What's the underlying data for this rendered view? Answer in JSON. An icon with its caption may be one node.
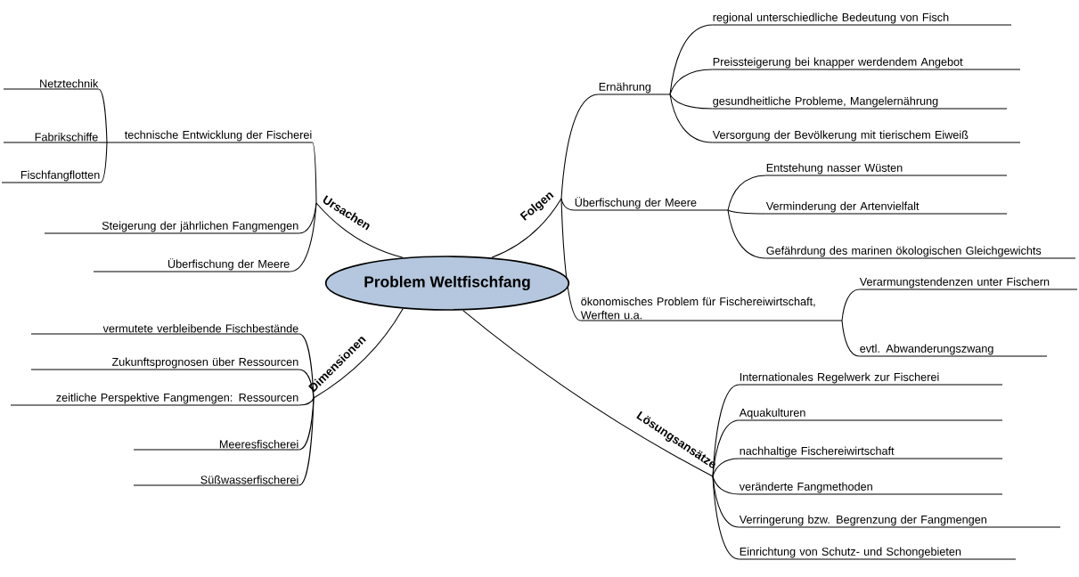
{
  "diagram": {
    "nodes": [
      {
        "text": [
          "Problem Weltfischfang"
        ]
      },
      {
        "text": [
          "Ursachen"
        ]
      },
      {
        "text": [
          "technische Entwicklung der Fischerei"
        ]
      },
      {
        "text": [
          "Netztechnik"
        ]
      },
      {
        "text": [
          "Fabrikschiffe"
        ]
      },
      {
        "text": [
          "Fischfangflotten"
        ]
      },
      {
        "text": [
          "Steigerung der jährlichen Fangmengen"
        ]
      },
      {
        "text": [
          "Überfischung der Meere"
        ]
      },
      {
        "text": [
          "Dimensionen"
        ]
      },
      {
        "text": [
          "vermutete verbleibende Fischbestände"
        ]
      },
      {
        "text": [
          "Zukunftsprognosen über Ressourcen"
        ]
      },
      {
        "text": [
          "zeitliche Perspektive Fangmengen: Ressourcen"
        ]
      },
      {
        "text": [
          "Meeresfischerei"
        ]
      },
      {
        "text": [
          "Süßwasserfischerei"
        ]
      },
      {
        "text": [
          "Folgen"
        ]
      },
      {
        "text": [
          "Ernährung"
        ]
      },
      {
        "text": [
          "regional unterschiedliche Bedeutung von Fisch"
        ]
      },
      {
        "text": [
          "Preissteigerung bei knapper werdendem Angebot"
        ]
      },
      {
        "text": [
          "gesundheitliche Probleme, Mangelernährung"
        ]
      },
      {
        "text": [
          "Versorgung der Bevölkerung mit tierischem Eiweiß"
        ]
      },
      {
        "text": [
          "Überfischung der Meere"
        ]
      },
      {
        "text": [
          "Entstehung nasser Wüsten"
        ]
      },
      {
        "text": [
          "Verminderung der Artenvielfalt"
        ]
      },
      {
        "text": [
          "Gefährdung des marinen ökologischen Gleichgewichts"
        ]
      },
      {
        "text": [
          "ökonomisches Problem für Fischereiwirtschaft, Werften u.a."
        ]
      },
      {
        "text": [
          "Verarmungstendenzen unter Fischern"
        ]
      },
      {
        "text": [
          "evtl. Abwanderungszwang"
        ]
      },
      {
        "text": [
          "Lösungsansätze"
        ]
      },
      {
        "text": [
          "Internationales Regelwerk zur Fischerei"
        ]
      },
      {
        "text": [
          "Aquakulturen"
        ]
      },
      {
        "text": [
          "nachhaltige Fischereiwirtschaft"
        ]
      },
      {
        "text": [
          "veränderte Fangmethoden"
        ]
      },
      {
        "text": [
          "Verringerung bzw. Begrenzung der Fangmengen"
        ]
      },
      {
        "text": [
          "Einrichtung von Schutz- und Schongebieten"
        ]
      }
    ],
    "edges": [
      {
        "from": 0,
        "to": 1,
        "arrow": "none"
      },
      {
        "from": 1,
        "to": 2,
        "arrow": "none"
      },
      {
        "from": 2,
        "to": 3,
        "arrow": "none"
      },
      {
        "from": 2,
        "to": 4,
        "arrow": "none"
      },
      {
        "from": 2,
        "to": 5,
        "arrow": "none"
      },
      {
        "from": 1,
        "to": 6,
        "arrow": "none"
      },
      {
        "from": 1,
        "to": 7,
        "arrow": "none"
      },
      {
        "from": 0,
        "to": 8,
        "arrow": "none"
      },
      {
        "from": 8,
        "to": 9,
        "arrow": "none"
      },
      {
        "from": 8,
        "to": 10,
        "arrow": "none"
      },
      {
        "from": 8,
        "to": 11,
        "arrow": "none"
      },
      {
        "from": 8,
        "to": 12,
        "arrow": "none"
      },
      {
        "from": 8,
        "to": 13,
        "arrow": "none"
      },
      {
        "from": 0,
        "to": 14,
        "arrow": "none"
      },
      {
        "from": 14,
        "to": 15,
        "arrow": "none"
      },
      {
        "from": 15,
        "to": 16,
        "arrow": "none"
      },
      {
        "from": 15,
        "to": 17,
        "arrow": "none"
      },
      {
        "from": 15,
        "to": 18,
        "arrow": "none"
      },
      {
        "from": 15,
        "to": 19,
        "arrow": "none"
      },
      {
        "from": 14,
        "to": 20,
        "arrow": "none"
      },
      {
        "from": 20,
        "to": 21,
        "arrow": "none"
      },
      {
        "from": 20,
        "to": 22,
        "arrow": "none"
      },
      {
        "from": 20,
        "to": 23,
        "arrow": "none"
      },
      {
        "from": 14,
        "to": 24,
        "arrow": "none"
      },
      {
        "from": 24,
        "to": 25,
        "arrow": "none"
      },
      {
        "from": 24,
        "to": 26,
        "arrow": "none"
      },
      {
        "from": 0,
        "to": 27,
        "arrow": "none"
      },
      {
        "from": 27,
        "to": 28,
        "arrow": "none"
      },
      {
        "from": 27,
        "to": 29,
        "arrow": "none"
      },
      {
        "from": 27,
        "to": 30,
        "arrow": "none"
      },
      {
        "from": 27,
        "to": 31,
        "arrow": "none"
      },
      {
        "from": 27,
        "to": 32,
        "arrow": "none"
      },
      {
        "from": 27,
        "to": 33,
        "arrow": "none"
      }
    ]
  }
}
